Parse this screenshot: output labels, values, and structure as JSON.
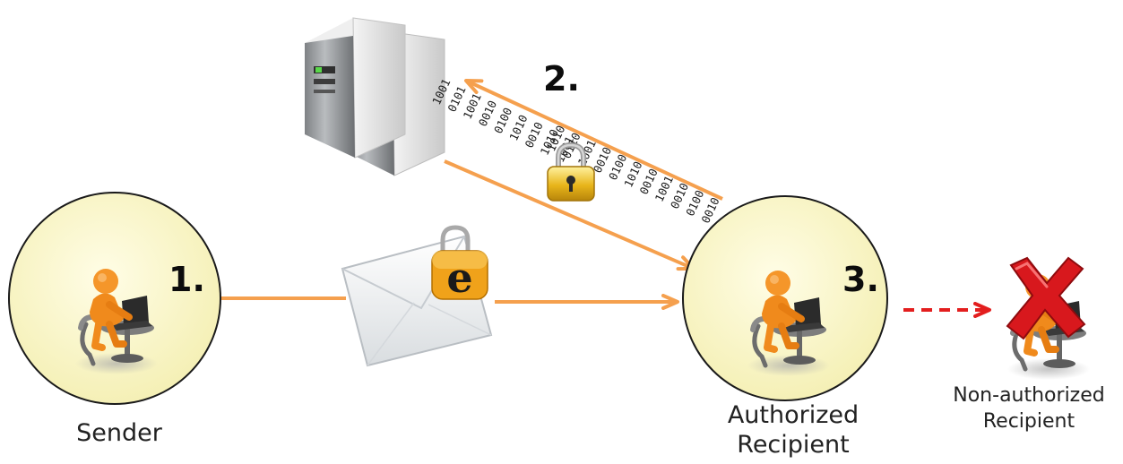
{
  "nodes": {
    "sender": {
      "label": "Sender",
      "step": "1."
    },
    "server": {
      "step": "2."
    },
    "authorized": {
      "label_line1": "Authorized",
      "label_line2": "Recipient",
      "step": "3."
    },
    "non_authorized": {
      "label_line1": "Non-authorized",
      "label_line2": "Recipient"
    }
  },
  "envelope": {
    "badge_letter": "e"
  },
  "binary_stream": {
    "upper_band": [
      "1001",
      "0101",
      "1001",
      "0010",
      "0100",
      "1010",
      "0010",
      "1010",
      "1001"
    ],
    "lower_band": [
      "1010",
      "0110",
      "1001",
      "0010",
      "0100",
      "1010",
      "0010",
      "1001",
      "0010",
      "0100",
      "0010"
    ]
  },
  "colors": {
    "arrow_orange": "#f5a04e",
    "dashed_red": "#e31e1e",
    "circle_fill": "#faf6c4",
    "person_orange": "#f08a1c",
    "cross_red": "#d8181d",
    "lock_gold": "#e6b81c"
  },
  "icons": [
    "server-icon",
    "padlock-icon",
    "envelope-icon",
    "person-at-laptop-icon",
    "red-x-icon"
  ]
}
